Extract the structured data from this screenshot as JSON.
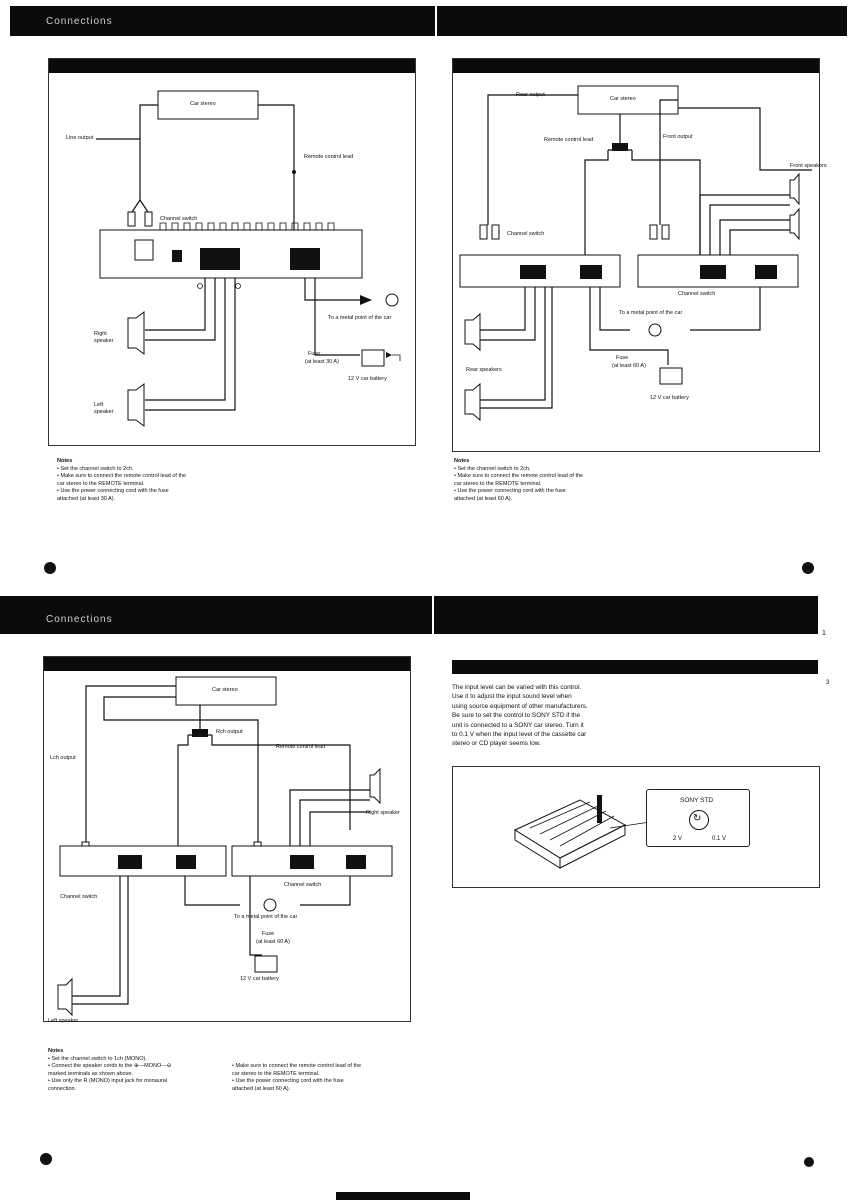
{
  "top_left": {
    "header": "Connections",
    "diagram": {
      "car_stereo": "Car stereo",
      "line_output": "Line output",
      "remote_lead": "Remote control lead",
      "channel_switch": "Channel switch",
      "metal_point": "To a metal point of the car",
      "fuse": "Fuse",
      "fuse_rating": "(at least 30 A)",
      "battery": "12 V car battery",
      "right_speaker": "Right speaker",
      "left_speaker": "Left speaker"
    },
    "notes": {
      "heading": "Notes",
      "lines": [
        "• Set the channel switch to 2ch.",
        "• Make sure to connect the remote control lead of the",
        "  car stereo to the REMOTE terminal.",
        "• Use the power connecting cord with the fuse",
        "  attached (at least 30 A)."
      ]
    }
  },
  "top_right": {
    "diagram": {
      "car_stereo": "Car stereo",
      "rear_output": "Rear output",
      "front_output": "Front output",
      "remote_lead": "Remote control lead",
      "front_speakers": "Front speakers",
      "channel_switch_a": "Channel switch",
      "channel_switch_b": "Channel switch",
      "metal_point": "To a metal point of the car",
      "fuse": "Fuse",
      "fuse_rating": "(at least 60 A)",
      "battery": "12 V car battery",
      "rear_speakers": "Rear speakers"
    },
    "notes": {
      "heading": "Notes",
      "lines": [
        "• Set the channel switch to 2ch.",
        "• Make sure to connect the remote control lead of the",
        "  car stereo to the REMOTE terminal.",
        "• Use the power connecting cord with the fuse",
        "  attached (at least 60 A)."
      ]
    }
  },
  "bottom_left": {
    "header": "Connections",
    "diagram": {
      "car_stereo": "Car stereo",
      "rch_output": "Rch output",
      "lch_output": "Lch output",
      "remote_lead": "Remote control lead",
      "right_speaker": "Right speaker",
      "channel_switch_a": "Channel switch",
      "channel_switch_b": "Channel switch",
      "metal_point": "To a metal point of the car",
      "fuse": "Fuse",
      "fuse_rating": "(at least 60 A)",
      "battery": "12 V car battery",
      "left_speaker": "Left speaker"
    },
    "notes_left": {
      "heading": "Notes",
      "lines": [
        "• Set the channel switch to 1ch (MONO).",
        "• Connect the speaker cords to the ⊕—MONO—⊖",
        "  marked terminals as shown above.",
        "• Use only the R (MONO) input jack for monaural",
        "  connection."
      ]
    },
    "notes_right": {
      "lines": [
        "• Make sure to connect the remote control lead of the",
        "  car stereo to the REMOTE terminal.",
        "• Use the power connecting cord with the fuse",
        "  attached (at least 60 A)."
      ]
    }
  },
  "bottom_right": {
    "body_lines": [
      "The input level can be varied with this control.",
      "Use it to adjust the input sound level when",
      "using source equipment of other manufacturers.",
      "Be sure to set the control to SONY STD if the",
      "unit is connected to a SONY car stereo. Turn it",
      "to 0.1 V when the input level of the cassette car",
      "stereo or CD player seems low."
    ],
    "knob": {
      "label": "SONY STD",
      "min": "2 V",
      "max": "0.1 V"
    }
  },
  "margin_marks": {
    "mark_1": "1",
    "mark_3": "3"
  }
}
